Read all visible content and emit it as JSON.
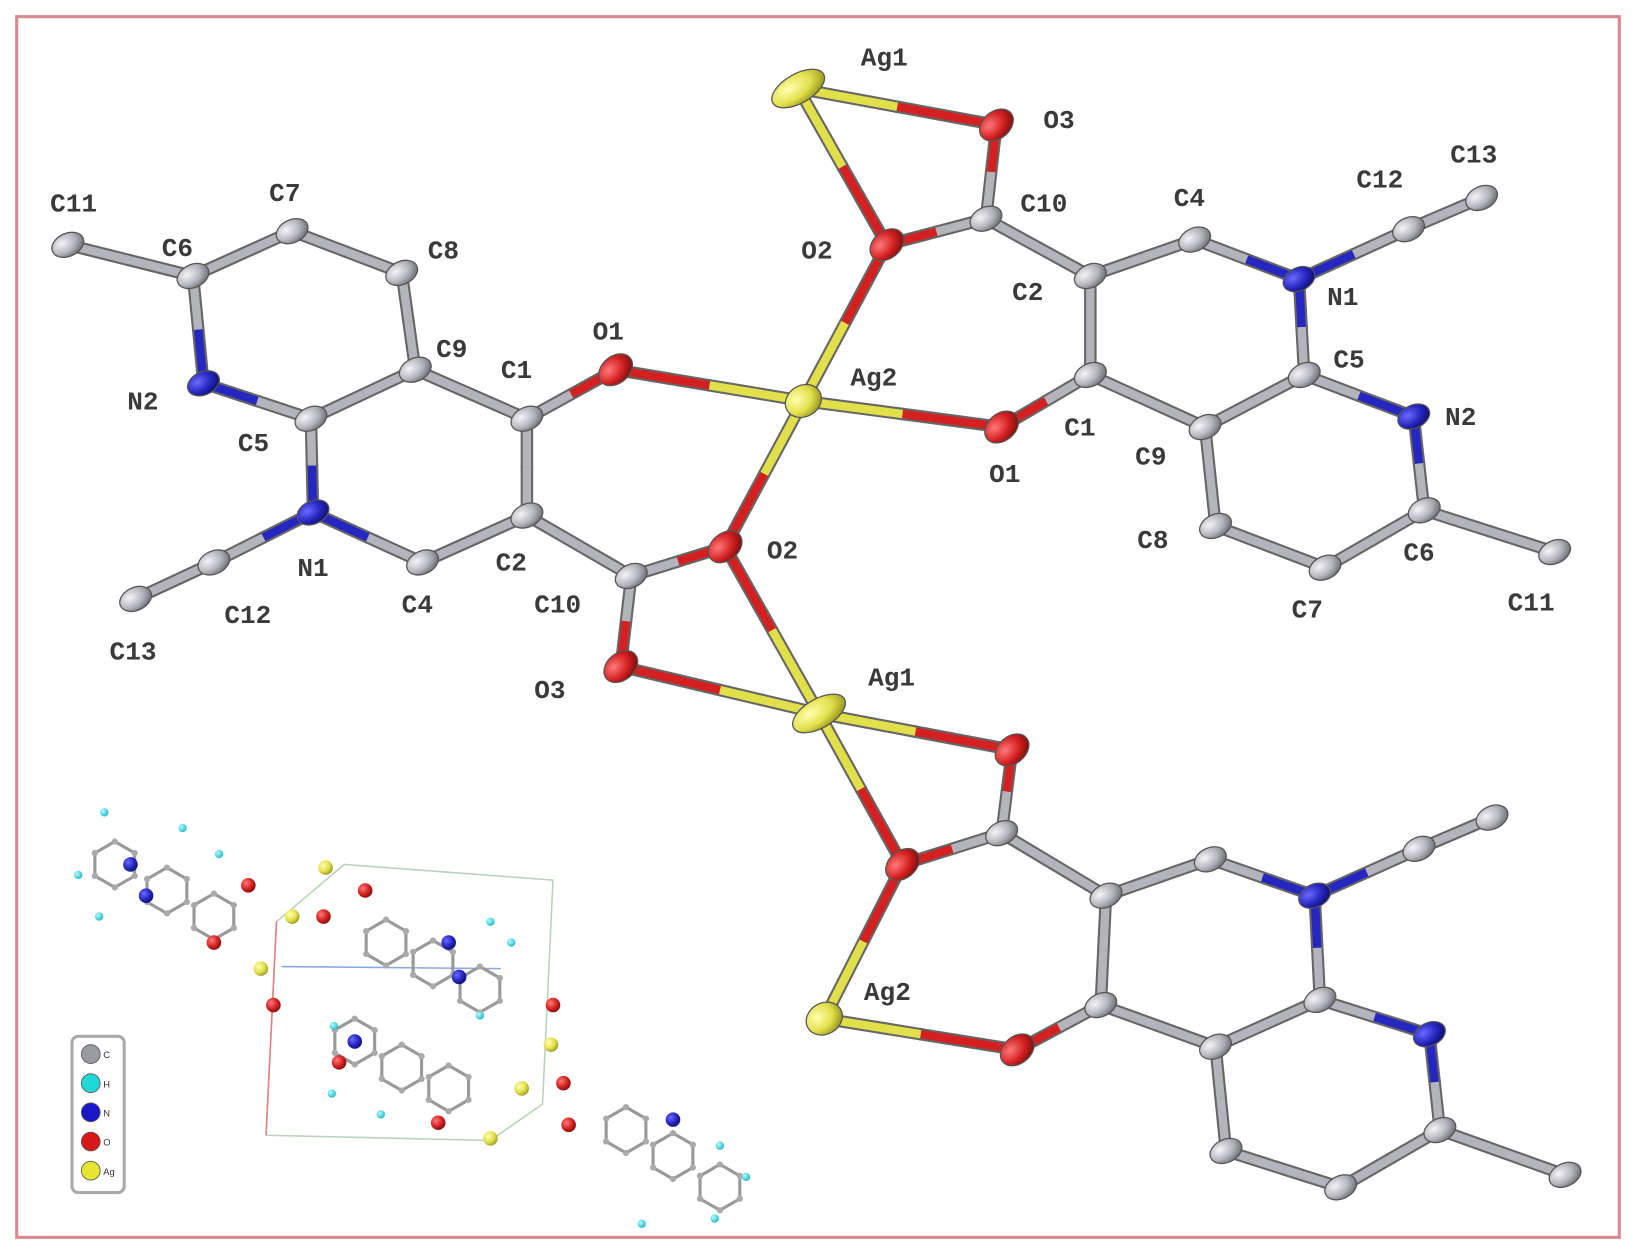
{
  "figure": {
    "title": "Crystal structure of silver(I) complex (ORTEP view with packing diagram)",
    "atom_labels": [
      "Ag1",
      "O3",
      "C13",
      "C12",
      "C10",
      "C4",
      "C11",
      "C7",
      "C6",
      "C8",
      "O2",
      "C2",
      "N1",
      "O1",
      "C9",
      "C1",
      "Ag2",
      "C5",
      "N2",
      "C5",
      "N2",
      "C1",
      "C9",
      "O1",
      "C8",
      "O2",
      "C6",
      "N1",
      "C2",
      "C10",
      "C4",
      "C12",
      "C7",
      "C11",
      "C13",
      "O3",
      "Ag1",
      "Ag2"
    ],
    "legend": [
      {
        "element": "C",
        "color": "#9a9aa2"
      },
      {
        "element": "H",
        "color": "#20d8d8"
      },
      {
        "element": "N",
        "color": "#1818c8"
      },
      {
        "element": "O",
        "color": "#d81818"
      },
      {
        "element": "Ag",
        "color": "#e6e632"
      }
    ],
    "colors": {
      "frame": "#d88a90",
      "C": "#b4b4bc",
      "N": "#2626c0",
      "O": "#d42020",
      "Ag": "#e2e04a",
      "H": "#6ad0e0"
    }
  }
}
